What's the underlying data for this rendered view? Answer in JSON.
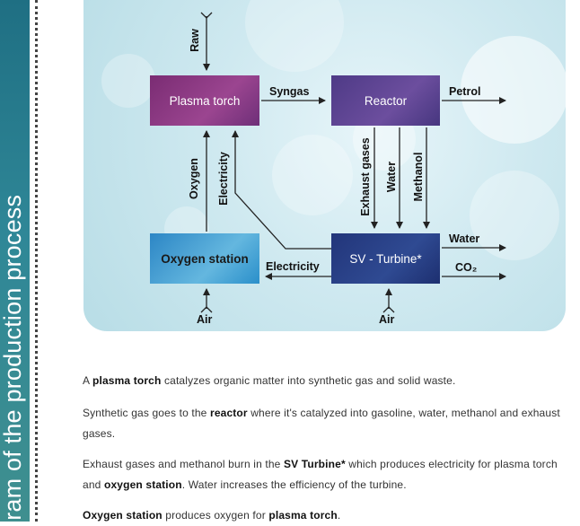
{
  "sidebar": {
    "title_fragment": "gram of the production process"
  },
  "diagram": {
    "boxes": {
      "plasma_torch": "Plasma torch",
      "reactor": "Reactor",
      "oxygen_station": "Oxygen station",
      "sv_turbine": "SV - Turbine*"
    },
    "labels": {
      "raw": "Raw",
      "syngas": "Syngas",
      "petrol": "Petrol",
      "oxygen": "Oxygen",
      "electricity_vertical": "Electricity",
      "exhaust_gases": "Exhaust gases",
      "water_vertical": "Water",
      "methanol": "Methanol",
      "electricity_horizontal": "Electricity",
      "water_out": "Water",
      "co2": "CO₂",
      "air_left": "Air",
      "air_right": "Air"
    }
  },
  "text": {
    "p1": {
      "a": "A ",
      "b1": "plasma torch",
      "c": " catalyzes organic matter into synthetic gas and solid waste."
    },
    "p2": {
      "a": "Synthetic gas goes to the ",
      "b1": "reactor",
      "c": " where it's catalyzed into gasoline, water, methanol and exhaust gases."
    },
    "p3": {
      "a": "Exhaust gases and methanol burn in the ",
      "b1": "SV Turbine*",
      "c": " which produces electricity for plasma torch and ",
      "b2": "oxygen station",
      "d": ". Water increases the efficiency of the turbine."
    },
    "p4": {
      "b1": "Oxygen station",
      "a": " produces oxygen for ",
      "b2": "plasma torch",
      "c": "."
    }
  }
}
